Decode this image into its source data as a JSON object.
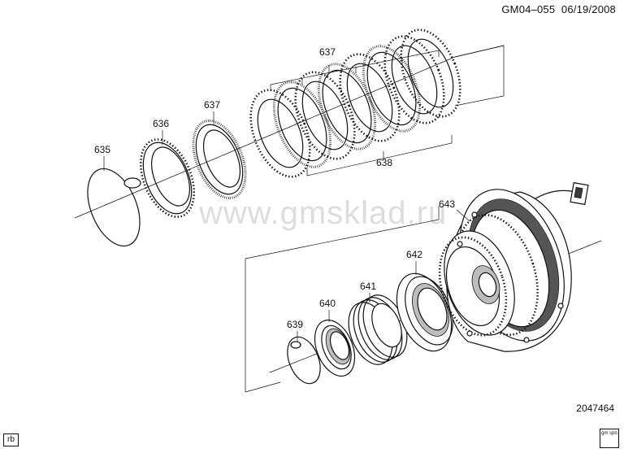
{
  "header": {
    "code": "GM04–055",
    "date": "06/19/2008"
  },
  "watermark": "www.gmsklad.ru",
  "illustration_number": "2047464",
  "corner_tag": "rb",
  "logo_text": "gm spo",
  "callouts": {
    "p635": "635",
    "p636": "636",
    "p637a": "637",
    "p637b": "637",
    "p638": "638",
    "p639": "639",
    "p640": "640",
    "p641": "641",
    "p642": "642",
    "p643": "643"
  }
}
